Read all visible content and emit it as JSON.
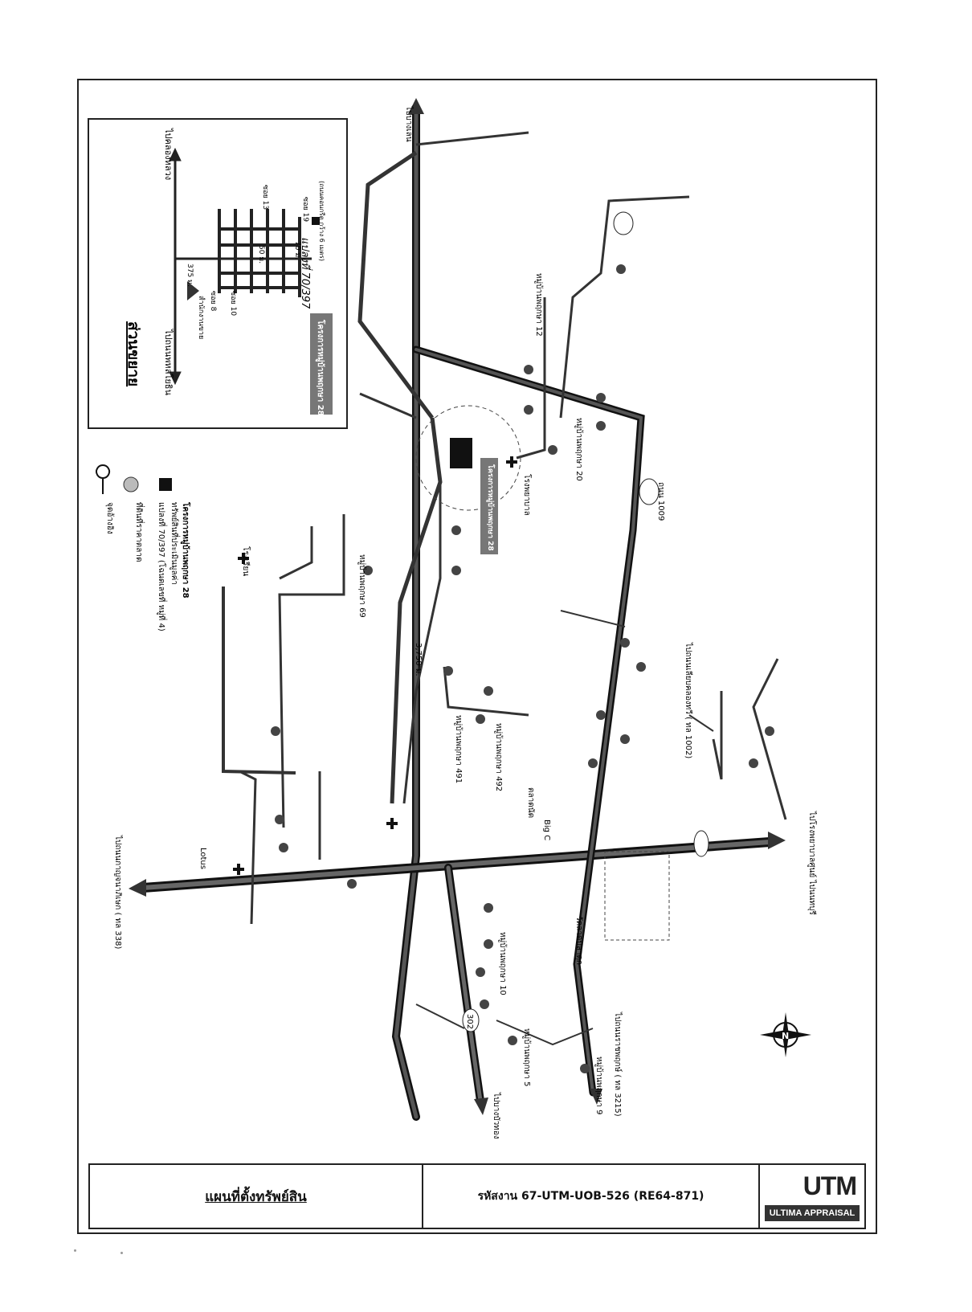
{
  "footer": {
    "title": "แผนที่ตั้งทรัพย์สิน",
    "job_code": "รหัสงาน 67-UTM-UOB-526 (RE64-871)",
    "logo_text": "UTM",
    "logo_sub": "ULTIMA APPRAISAL"
  },
  "inset": {
    "heading": "ส่วนขยาย",
    "project_label": "โครงการหมู่บ้านพฤกษา 28",
    "handwritten_plot": "แปลงที่ 70/397",
    "dist_a": "375 ม.",
    "dist_b": "70 ม.",
    "dist_c": "50 ม.",
    "to_north": "ไปคลองหลวง",
    "to_south": "ไปถนนพหลโยธิน",
    "soi_1": "ซอย 19",
    "soi_2": "ซอย 13",
    "soi_3": "ซอย 10",
    "soi_4": "ซอย 8",
    "office": "สำนักงานขาย",
    "road_note": "(ถนนคอนกรีต กว้าง 6 เมตร)"
  },
  "legend": {
    "items": [
      {
        "icon": "black-square",
        "label": "ทรัพย์สินที่ประเมินมูลค่า"
      },
      {
        "icon": "grey-circle",
        "label": "ที่ดินที่ราคาตลาด"
      },
      {
        "icon": "location-pin",
        "label": "จุดอ้างอิง"
      }
    ],
    "subject_detail": "โครงการหมู่บ้านพฤกษา 28",
    "subject_plot": "แปลงที่ 70/397 (โฉนดเลขที่ หมู่ที่ 4)"
  },
  "map_labels": {
    "to_top": "ไปบางเลน",
    "road_1009": "ถนน 1009",
    "road_338": "ไปถนนกาญจนาภิเษก ( ทล 338)",
    "road_1002": "ไปถนนเลียบคลองทวี ( ทล 1002)",
    "road_3215": "ไปถนนราชพฤกษ์ ( ทล 3215)",
    "to_bottom": "ไปบางบัวทอง",
    "to_right": "ไปโรงพยาบาลศูนย์ ไปนนทบุรี",
    "route_302": "302",
    "dist_main": "3,750 ม.",
    "subject_tag": "โครงการหมู่บ้านพฤกษา 28",
    "village_a": "หมู่บ้านพฤกษา 12",
    "village_b": "หมู่บ้านพฤกษา 20",
    "village_c": "หมู่บ้านพฤกษา 69",
    "village_d": "หมู่บ้านพฤกษา 491",
    "village_e": "หมู่บ้านพฤกษา 492",
    "village_f": "หมู่บ้านพฤกษา 10",
    "village_g": "หมู่บ้านพฤกษา 5",
    "village_h": "หมู่บ้านพฤกษา 9",
    "market": "ตลาดนัด",
    "hospital": "โรงพยาบาล",
    "temple": "วัดลาดปลาดุก",
    "school": "โรงเรียน",
    "bigc": "Big C",
    "lotus": "Lotus",
    "compass": "N"
  },
  "colors": {
    "road_main": "#2b2b2b",
    "road_outline": "#111111",
    "road_fill": "#555555",
    "paper": "#ffffff"
  }
}
